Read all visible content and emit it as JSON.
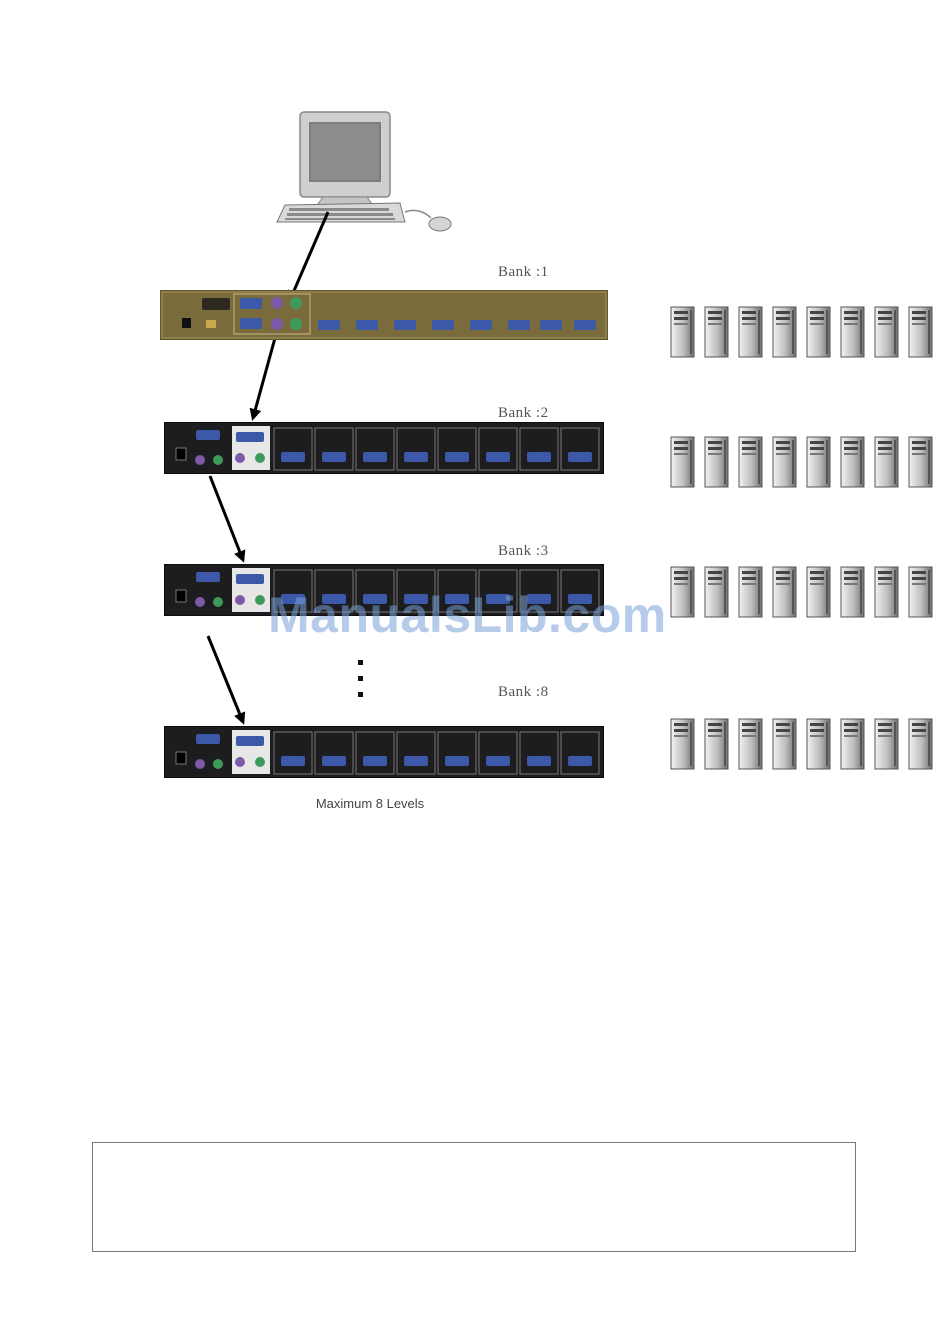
{
  "banks": [
    {
      "label": "Bank :1"
    },
    {
      "label": "Bank :2"
    },
    {
      "label": "Bank :3"
    },
    {
      "label": "Bank :8"
    }
  ],
  "caption": "Maximum 8 Levels",
  "watermark": "ManualsLib.com",
  "colors": {
    "bank1_panel": "#7a6b3c",
    "cascade_panel": "#1d1d1f",
    "vga_port": "#3b59a8",
    "ps2_green": "#3e9a5a",
    "ps2_purple": "#7e59a8",
    "arrow": "#000000"
  },
  "icons": {
    "console": "computer-console-icon",
    "server": "tower-server-icon",
    "arrow": "cascade-arrow-icon"
  },
  "servers_per_bank": 8
}
